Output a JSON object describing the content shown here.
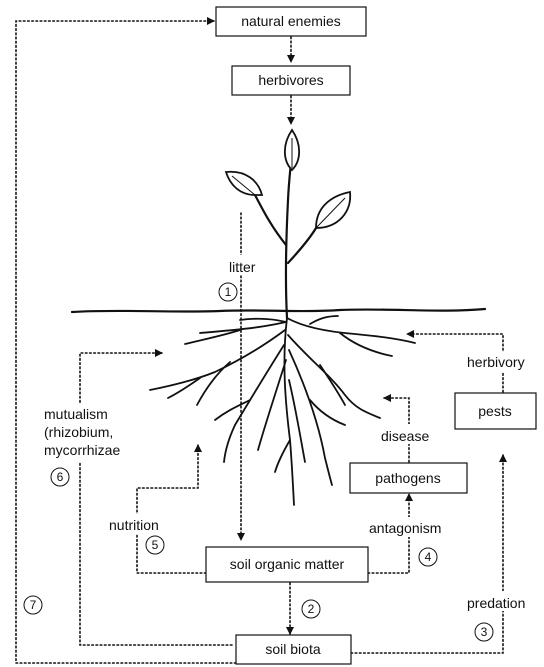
{
  "nodes": {
    "natural_enemies": "natural enemies",
    "herbivores": "herbivores",
    "pests": "pests",
    "pathogens": "pathogens",
    "soil_organic_matter": "soil organic matter",
    "soil_biota": "soil biota"
  },
  "labels": {
    "litter": "litter",
    "herbivory": "herbivory",
    "disease": "disease",
    "mutualism_1": "mutualism",
    "mutualism_2": "(rhizobium,",
    "mutualism_3": "mycorrhizae",
    "nutrition": "nutrition",
    "antagonism": "antagonism",
    "predation": "predation"
  },
  "numbers": {
    "n1": "1",
    "n2": "2",
    "n3": "3",
    "n4": "4",
    "n5": "5",
    "n6": "6",
    "n7": "7"
  }
}
